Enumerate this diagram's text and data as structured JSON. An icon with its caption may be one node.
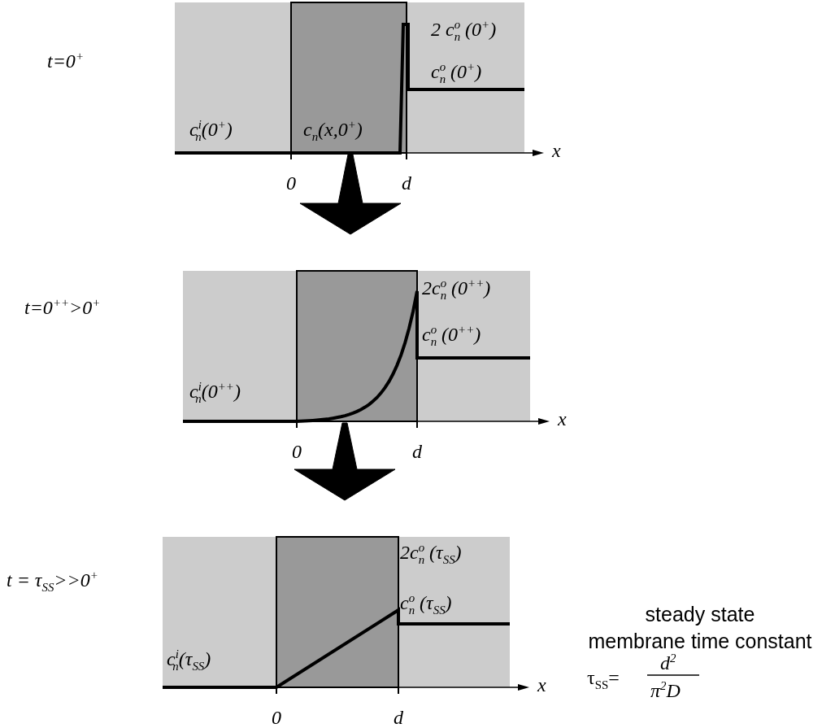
{
  "diagram": {
    "nodes": [
      {
        "text": [
          "2 c$^{o}$$_{n}$ (0$^{+}$)",
          "c$^{o}$$_{n}$ (0$^{+}$)",
          "c$^{i}$$_{n}$(0$^{+}$)",
          "c$_{n}$(x,0$^{+}$)"
        ],
        "beside": [
          "x",
          "0",
          "d"
        ]
      },
      {
        "text": [
          "2c$^{o}$$_{n}$ (0$^{++}$)",
          "c$^{o}$$_{n}$ (0$^{++}$)",
          "c$^{i}$$_{n}$(0$^{++}$)"
        ],
        "beside": [
          "x",
          "0",
          "d"
        ]
      },
      {
        "text": [
          "2c$^{o}$$_{n}$ (τ$_{SS}$)",
          "c$^{o}$$_{n}$ (τ$_{SS}$)",
          "c$^{i}$$_{n}$(τ$_{SS}$)"
        ],
        "beside": [
          "x",
          "0",
          "d"
        ]
      }
    ],
    "edges": [
      {
        "from": 0,
        "to": 1,
        "arrow": "to"
      },
      {
        "from": 1,
        "to": 2,
        "arrow": "to"
      }
    ],
    "labels": [
      "t=0$^{+}$",
      "t=0$^{++}$>0$^{+}$",
      "t = τ$_{SS}$>>0$^{+}$",
      "steady state",
      "membrane time constant",
      "τ$_{SS}$=",
      "d$^{2}$",
      "π$^{2}$D"
    ]
  }
}
